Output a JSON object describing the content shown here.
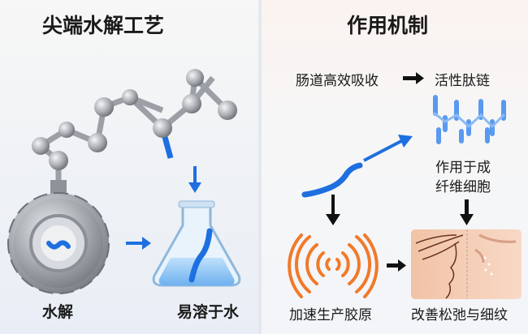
{
  "left": {
    "title": "尖端水解工艺",
    "hydrolysis_label": "水解",
    "soluble_label": "易溶于水"
  },
  "right": {
    "title": "作用机制",
    "absorb_label": "肠道高效吸收",
    "peptide_label": "活性肽链",
    "fibro_line1": "作用于成",
    "fibro_line2": "纤维细胞",
    "collagen_label": "加速生产胶原",
    "improve_label": "改善松弛与细纹"
  },
  "colors": {
    "blue": "#1e6fe0",
    "orange": "#f07a2a",
    "gray": "#a9adb3"
  }
}
